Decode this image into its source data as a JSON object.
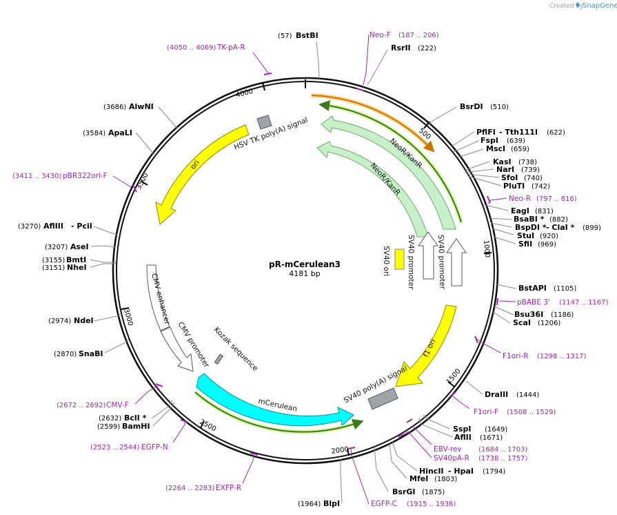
{
  "credit": {
    "prefix": "Created by",
    "brand": "SnapGene"
  },
  "map": {
    "name": "pR-mCerulean3",
    "length_label": "4181 bp",
    "total_bp": 4181
  },
  "ticks": [
    {
      "label": "500",
      "bp": 500
    },
    {
      "label": "1000",
      "bp": 1000
    },
    {
      "label": "1500",
      "bp": 1500
    },
    {
      "label": "2000",
      "bp": 2000
    },
    {
      "label": "2500",
      "bp": 2500
    },
    {
      "label": "3000",
      "bp": 3000
    },
    {
      "label": "3500",
      "bp": 3500
    },
    {
      "label": "4000",
      "bp": 4000
    }
  ],
  "features": [
    {
      "label": "NeoR/KanR",
      "type": "cds",
      "color": "#c8f0c8"
    },
    {
      "label": "NeoR/KanR",
      "type": "cds",
      "color": "#c8f0c8"
    },
    {
      "label": "SV40 promoter",
      "type": "promoter",
      "color": "#ffffff"
    },
    {
      "label": "SV40 promoter",
      "type": "promoter",
      "color": "#ffffff"
    },
    {
      "label": "SV40 ori",
      "type": "rep_origin",
      "color": "#ffff00"
    },
    {
      "label": "f1 ori",
      "type": "rep_origin",
      "color": "#ffff00"
    },
    {
      "label": "SV40 poly(A) signal",
      "type": "polyA",
      "color": "#a0a4a8"
    },
    {
      "label": "mCerulean",
      "type": "cds",
      "color": "#00ffff"
    },
    {
      "label": "Kozak sequence",
      "type": "misc",
      "color": "#a0a4a8"
    },
    {
      "label": "CMV promoter",
      "type": "promoter",
      "color": "#ffffff"
    },
    {
      "label": "CMV enhancer",
      "type": "enhancer",
      "color": "#ffffff"
    },
    {
      "label": "ori",
      "type": "rep_origin",
      "color": "#ffff00"
    },
    {
      "label": "HSV TK poly(A) signal",
      "type": "polyA",
      "color": "#a0a4a8"
    }
  ],
  "sites": [
    {
      "name": "BstBI",
      "pos": "(57)"
    },
    {
      "name": "RsrII",
      "pos": "(222)"
    },
    {
      "name": "BsrDI",
      "pos": "(510)"
    },
    {
      "name": "PflFI",
      "suffix": "- Tth111I",
      "pos": "(622)"
    },
    {
      "name": "FspI",
      "pos": "(639)"
    },
    {
      "name": "MscI",
      "pos": "(659)"
    },
    {
      "name": "KasI",
      "pos": "(738)"
    },
    {
      "name": "NarI",
      "pos": "(739)"
    },
    {
      "name": "SfoI",
      "pos": "(740)"
    },
    {
      "name": "PluTI",
      "pos": "(742)"
    },
    {
      "name": "EagI",
      "pos": "(831)"
    },
    {
      "name": "BsaBI *",
      "pos": "(882)"
    },
    {
      "name": "BspDI *",
      "suffix": "- ClaI *",
      "pos": "(899)"
    },
    {
      "name": "StuI",
      "pos": "(920)"
    },
    {
      "name": "SfiI",
      "pos": "(969)"
    },
    {
      "name": "BstAPI",
      "pos": "(1105)"
    },
    {
      "name": "Bsu36I",
      "pos": "(1186)"
    },
    {
      "name": "ScaI",
      "pos": "(1206)"
    },
    {
      "name": "DraIII",
      "pos": "(1444)"
    },
    {
      "name": "SspI",
      "pos": "(1649)"
    },
    {
      "name": "AflII",
      "pos": "(1671)"
    },
    {
      "name": "HincII",
      "suffix": "- HpaI",
      "pos": "(1794)"
    },
    {
      "name": "MfeI",
      "pos": "(1803)"
    },
    {
      "name": "BsrGI",
      "pos": "(1875)"
    },
    {
      "name": "BlpI",
      "pos": "(1964)"
    },
    {
      "name": "BamHI",
      "pos": "(2599)"
    },
    {
      "name": "BclI *",
      "pos": "(2632)"
    },
    {
      "name": "SnaBI",
      "pos": "(2870)"
    },
    {
      "name": "NdeI",
      "pos": "(2974)"
    },
    {
      "name": "NheI",
      "pos": "(3151)"
    },
    {
      "name": "BmtI",
      "pos": "(3155)"
    },
    {
      "name": "AseI",
      "pos": "(3207)"
    },
    {
      "name": "AflIII",
      "suffix": "- PciI",
      "pos": "(3270)"
    },
    {
      "name": "ApaLI",
      "pos": "(3584)"
    },
    {
      "name": "AlwNI",
      "pos": "(3686)"
    }
  ],
  "primers": [
    {
      "name": "Neo-F",
      "range": "(187 .. 206)"
    },
    {
      "name": "Neo-R",
      "range": "(797 .. 816)"
    },
    {
      "name": "pBABE 3'",
      "range": "(1147 .. 1167)"
    },
    {
      "name": "F1ori-R",
      "range": "(1298 .. 1317)"
    },
    {
      "name": "F1ori-F",
      "range": "(1508 .. 1529)"
    },
    {
      "name": "EBV-rev",
      "range": "(1684 .. 1703)"
    },
    {
      "name": "SV40pA-R",
      "range": "(1738 .. 1757)"
    },
    {
      "name": "EGFP-C",
      "range": "(1915 .. 1936)"
    },
    {
      "name": "EXFP-R",
      "range": "(2264 .. 2283)"
    },
    {
      "name": "EGFP-N",
      "range": "(2523 .. 2544)"
    },
    {
      "name": "CMV-F",
      "range": "(2672 .. 2692)"
    },
    {
      "name": "pBR322ori-F",
      "range": "(3411 .. 3430)"
    },
    {
      "name": "TK-pA-R",
      "range": "(4050 .. 4069)"
    }
  ]
}
